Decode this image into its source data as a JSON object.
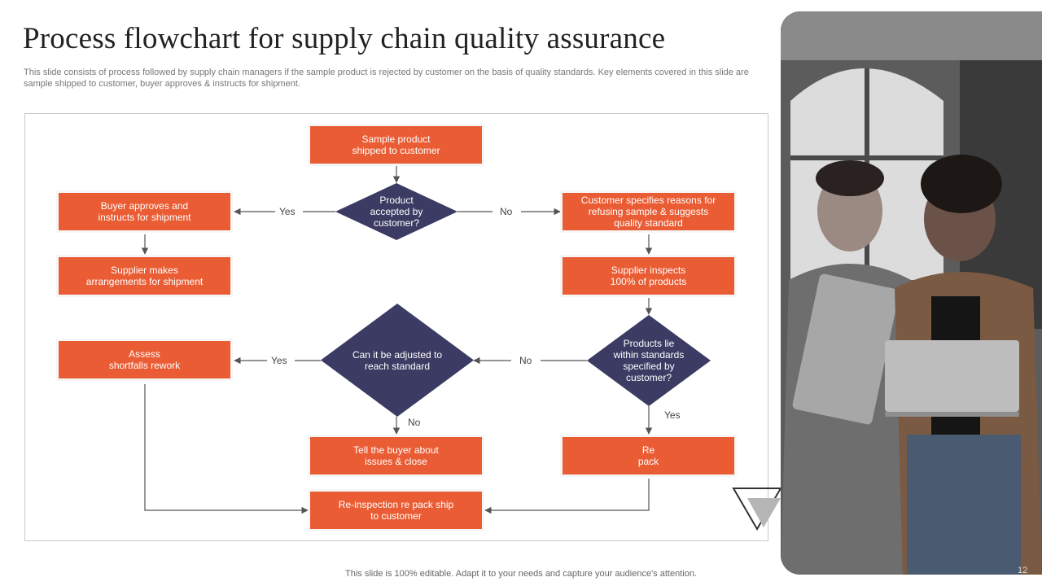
{
  "slide": {
    "title": "Process flowchart for supply chain quality assurance",
    "subtitle": "This slide consists of process followed by supply chain managers if the sample product is rejected by customer on the basis of quality standards. Key elements covered in this slide are sample shipped to customer, buyer approves & instructs for shipment.",
    "footer": "This slide is 100% editable. Adapt it to your needs and capture your audience's attention.",
    "page_number": "12"
  },
  "flowchart": {
    "boxes": {
      "sample_shipped": "Sample product\nshipped to customer",
      "buyer_approves": "Buyer approves and\ninstructs for shipment",
      "supplier_makes": "Supplier makes\narrangements  for  shipment",
      "customer_specifies": "Customer specifies reasons for\nrefusing sample & suggests\nquality standard",
      "supplier_inspects": "Supplier inspects\n100% of products",
      "assess_shortfalls": "Assess\nshortfalls rework",
      "tell_buyer": "Tell the buyer about\nissues & close",
      "re_pack": "Re\npack",
      "reinspection": "Re-inspection re pack ship\nto customer"
    },
    "decisions": {
      "product_accepted": "Product\naccepted by\ncustomer?",
      "can_adjust": "Can it be adjusted to\nreach standard",
      "within_standards": "Products lie\nwithin standards\nspecified by\ncustomer?"
    },
    "edge_labels": {
      "accepted_yes": "Yes",
      "accepted_no": "No",
      "adjust_yes": "Yes",
      "within_no": "No",
      "adjust_no": "No",
      "within_yes": "Yes"
    }
  },
  "colors": {
    "process_box": "#ea5c34",
    "decision": "#3b3b63",
    "connector": "#555555"
  }
}
